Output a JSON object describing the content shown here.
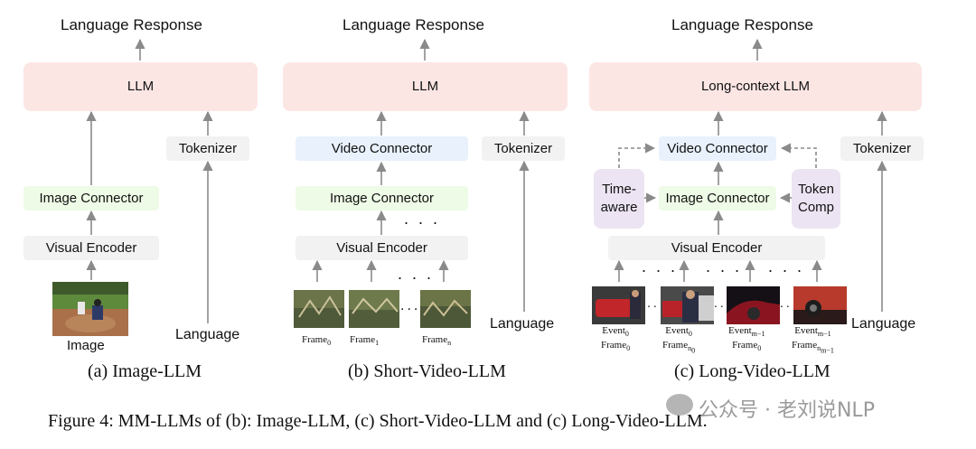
{
  "panel_a": {
    "response": "Language Response",
    "llm": "LLM",
    "tokenizer": "Tokenizer",
    "image_connector": "Image Connector",
    "visual_encoder": "Visual Encoder",
    "image_label": "Image",
    "language": "Language",
    "caption": "(a) Image-LLM"
  },
  "panel_b": {
    "response": "Language  Response",
    "llm": "LLM",
    "video_connector": "Video Connector",
    "tokenizer": "Tokenizer",
    "image_connector": "Image Connector",
    "visual_encoder": "Visual Encoder",
    "language": "Language",
    "frames": [
      "Frame",
      "Frame",
      "Frame"
    ],
    "frame_subs": [
      "0",
      "1",
      "n"
    ],
    "caption": "(b) Short-Video-LLM"
  },
  "panel_c": {
    "response": "Language  Response",
    "llm": "Long-context LLM",
    "video_connector": "Video Connector",
    "tokenizer": "Tokenizer",
    "time_aware": "Time-\naware",
    "image_connector": "Image Connector",
    "token_comp": "Token\nComp",
    "visual_encoder": "Visual Encoder",
    "language": "Language",
    "caption": "(c) Long-Video-LLM"
  },
  "figure_caption": "Figure 4: MM-LLMs of (b): Image-LLM, (c) Short-Video-LLM and (c) Long-Video-LLM.",
  "watermark": "公众号 · 老刘说NLP"
}
